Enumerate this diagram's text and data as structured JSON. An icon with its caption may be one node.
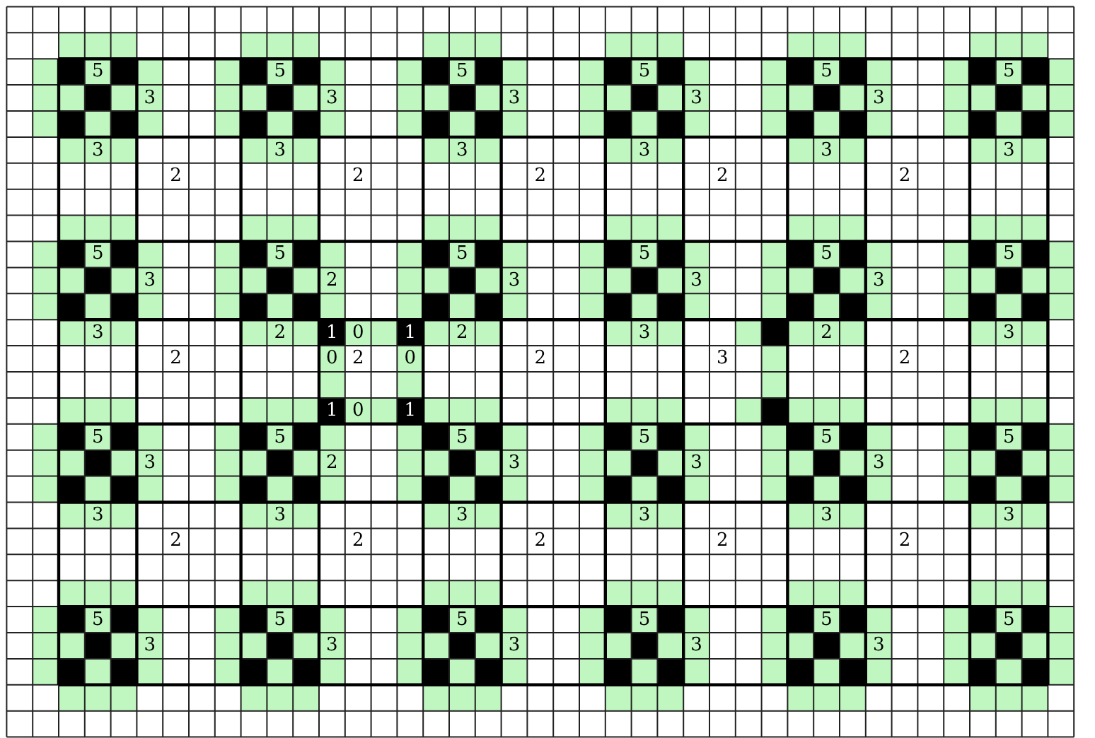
{
  "diagram": {
    "labels": [
      "5",
      "5",
      "5",
      "5",
      "5",
      "5",
      "3",
      "3",
      "3",
      "3",
      "3",
      "3",
      "3",
      "3",
      "3",
      "3",
      "3",
      "2",
      "2",
      "2",
      "2",
      "2",
      "5",
      "5",
      "5",
      "5",
      "5",
      "5",
      "3",
      "2",
      "3",
      "3",
      "3",
      "3",
      "2",
      "1",
      "0",
      "1",
      "2",
      "3",
      "2",
      "3",
      "2",
      "0",
      "2",
      "0",
      "2",
      "3",
      "2",
      "1",
      "0",
      "1",
      "5",
      "5",
      "5",
      "5",
      "5",
      "5",
      "3",
      "2",
      "3",
      "3",
      "3",
      "3",
      "3",
      "3",
      "3",
      "3",
      "3",
      "2",
      "2",
      "2",
      "2",
      "2",
      "5",
      "5",
      "5",
      "5",
      "5",
      "5",
      "3",
      "3",
      "3",
      "3",
      "3"
    ]
  }
}
